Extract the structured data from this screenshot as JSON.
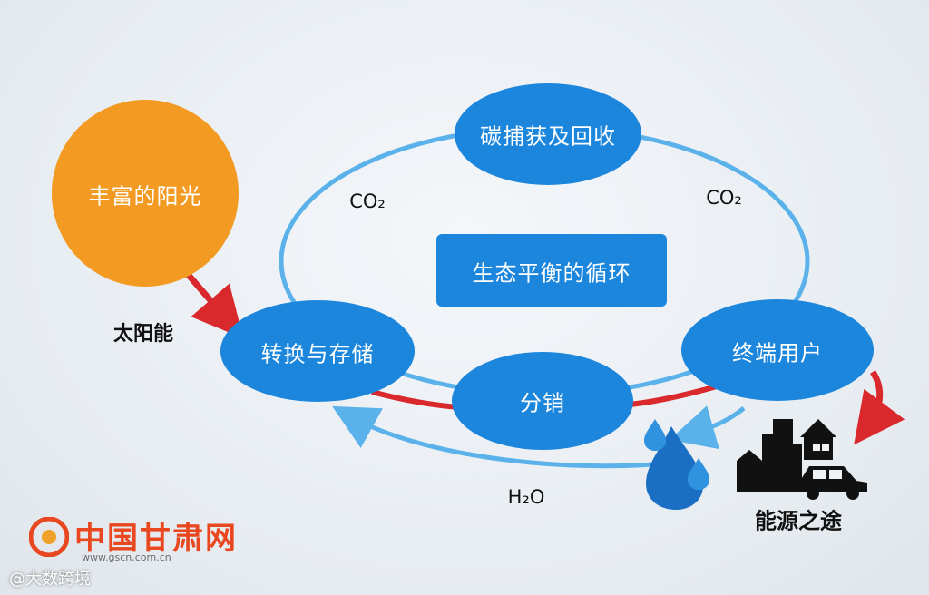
{
  "diagram": {
    "center_label": "生态平衡的循环",
    "nodes": {
      "sunlight": "丰富的阳光",
      "conversion": "转换与存储",
      "carbon_capture": "碳捕获及回收",
      "end_users": "终端用户",
      "distribution": "分销"
    },
    "edge_labels": {
      "solar_energy": "太阳能",
      "co2_left": "CO₂",
      "co2_right": "CO₂",
      "h2o": "H₂O",
      "energy_path": "能源之途"
    },
    "icons": [
      "water-drops-icon",
      "city-buildings-icon",
      "house-icon",
      "car-icon"
    ],
    "colors": {
      "sun": "#f29a22",
      "node_blue": "#1c86dd",
      "loop_blue": "#5bb2ea",
      "arrow_red": "#d9292c"
    }
  },
  "watermark": {
    "name": "中国甘肃网",
    "url": "www.gscn.com.cn",
    "weibo": "@大数跨境"
  }
}
